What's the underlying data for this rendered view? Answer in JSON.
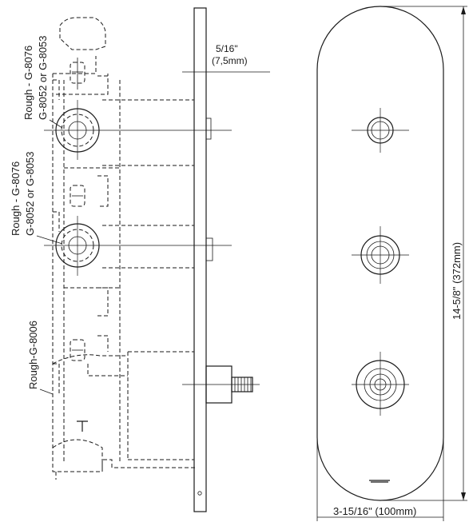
{
  "labels": {
    "rough_1_line1": "Rough - G-8076",
    "rough_1_line2": "G-8052 or G-8053",
    "rough_2_line1": "Rough - G-8076",
    "rough_2_line2": "G-8052 or G-8053",
    "rough_3": "Rough-G-8006"
  },
  "dimensions": {
    "plate_offset_line1": "5/16\"",
    "plate_offset_line2": "(7,5mm)",
    "height": "14-5/8\" (372mm)",
    "width": "3-15/16\" (100mm)"
  },
  "colors": {
    "line": "#1a1a1a",
    "background": "#ffffff"
  }
}
